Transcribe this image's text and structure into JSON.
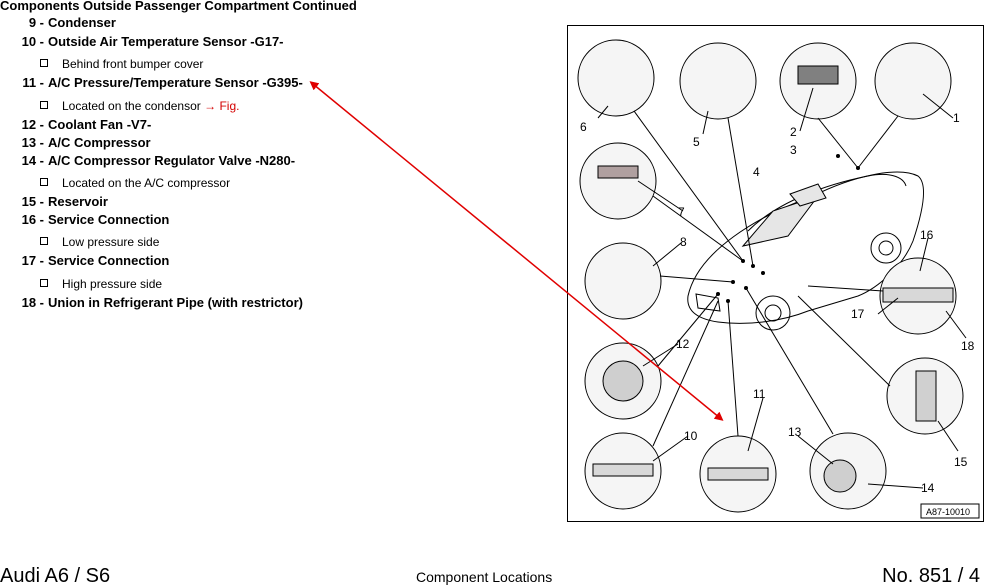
{
  "document": {
    "heading": "Components Outside Passenger Compartment Continued",
    "items": [
      {
        "num": "9 -",
        "text": "Condenser"
      },
      {
        "num": "10 -",
        "text": "Outside Air Temperature Sensor -G17-"
      },
      {
        "sub": "Behind front bumper cover"
      },
      {
        "num": "11 -",
        "text": "A/C Pressure/Temperature Sensor -G395-"
      },
      {
        "sub": "Located on the condensor ",
        "link": "→ Fig."
      },
      {
        "num": "12 -",
        "text": "Coolant Fan -V7-"
      },
      {
        "num": "13 -",
        "text": "A/C Compressor"
      },
      {
        "num": "14 -",
        "text": "A/C Compressor Regulator Valve -N280-"
      },
      {
        "sub": "Located on the A/C compressor"
      },
      {
        "num": "15 -",
        "text": "Reservoir"
      },
      {
        "num": "16 -",
        "text": "Service Connection"
      },
      {
        "sub": "Low pressure side"
      },
      {
        "num": "17 -",
        "text": "Service Connection"
      },
      {
        "sub": "High pressure side"
      },
      {
        "num": "18 -",
        "text": "Union in Refrigerant Pipe (with restrictor)"
      }
    ]
  },
  "figure": {
    "callouts": [
      "1",
      "2",
      "3",
      "4",
      "5",
      "6",
      "7",
      "8",
      "10",
      "11",
      "12",
      "13",
      "14",
      "15",
      "16",
      "17",
      "18"
    ],
    "figure_id": "A87-10010",
    "arrow_color": "#e00000"
  },
  "footer": {
    "left": "Audi A6 / S6",
    "center": "Component Locations",
    "right": "No.  851 / 4"
  }
}
